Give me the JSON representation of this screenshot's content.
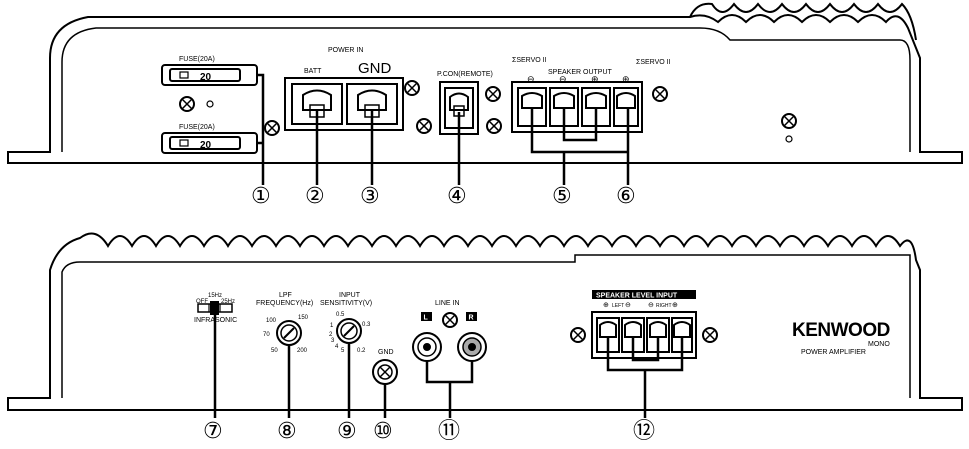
{
  "top_panel": {
    "fuse_top": "FUSE(20A)",
    "fuse_bottom": "FUSE(20A)",
    "fuse_value": "20",
    "power_in": "POWER IN",
    "batt": "BATT",
    "gnd": "GND",
    "pcon": "P.CON(REMOTE)",
    "servo_left": "ΣSERVO II",
    "speaker_output": "SPEAKER OUTPUT",
    "servo_right": "ΣSERVO II",
    "minus": "⊖",
    "plus": "⊕"
  },
  "bottom_panel": {
    "infrasonic_15": "15Hz",
    "infrasonic_off": "OFF",
    "infrasonic_25": "25Hz",
    "infrasonic": "INFRASONIC",
    "lpf_1": "LPF",
    "lpf_2": "FREQUENCY(Hz)",
    "lpf_100": "100",
    "lpf_150": "150",
    "lpf_70": "70",
    "lpf_50": "50",
    "lpf_200": "200",
    "sens_1": "INPUT",
    "sens_2": "SENSITIVITY(V)",
    "sens_05": "0.5",
    "sens_03": "0.3",
    "sens_1v": "1",
    "sens_2v": "2",
    "sens_3v": "3",
    "sens_4v": "4",
    "sens_5v": "5",
    "sens_02": "0.2",
    "gnd": "GND",
    "line_in": "LINE IN",
    "line_l": "L",
    "line_r": "R",
    "speaker_level_input": "SPEAKER LEVEL INPUT",
    "left": "LEFT",
    "right": "RIGHT",
    "brand": "KENWOOD",
    "model_1": "MONO",
    "model_2": "POWER AMPLIFIER"
  },
  "callouts": [
    "①",
    "②",
    "③",
    "④",
    "⑤",
    "⑥",
    "⑦",
    "⑧",
    "⑨",
    "⑩",
    "⑪",
    "⑫"
  ]
}
